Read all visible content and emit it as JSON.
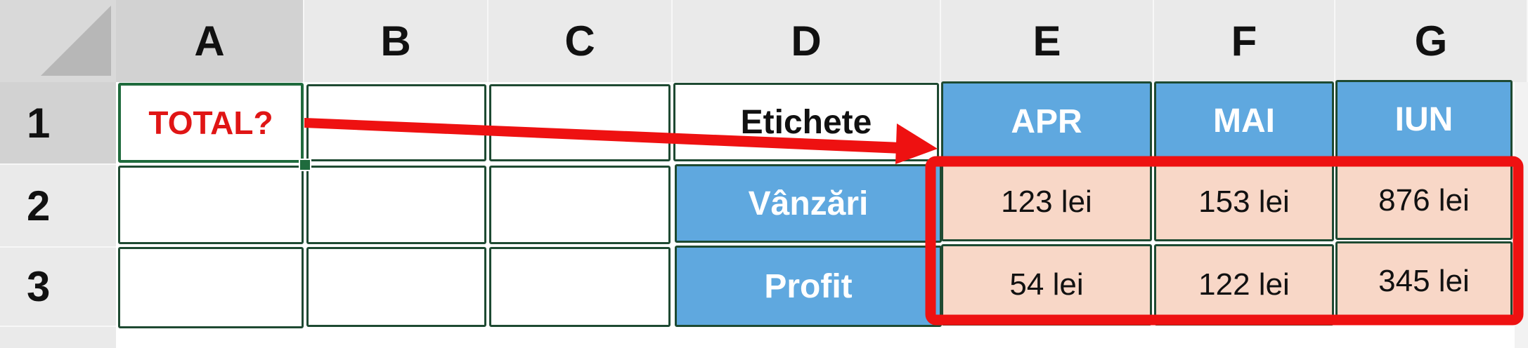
{
  "column_headers": [
    "A",
    "B",
    "C",
    "D",
    "E",
    "F",
    "G"
  ],
  "row_headers": [
    "1",
    "2",
    "3"
  ],
  "cells": {
    "A1": "TOTAL?",
    "D1": "Etichete",
    "E1": "APR",
    "F1": "MAI",
    "G1": "IUN",
    "D2": "Vânzări",
    "E2": "123 lei",
    "F2": "153 lei",
    "G2": "876 lei",
    "D3": "Profit",
    "E3": "54 lei",
    "F3": "122 lei",
    "G3": "345 lei"
  },
  "selected_cell": "A1",
  "colors": {
    "header_blue": "#5fa8df",
    "value_pink": "#f8d7c7",
    "highlight_red": "#ee1111",
    "grid_green": "#1e4a32",
    "total_text_red": "#e01515"
  },
  "icons": [
    "select-all-triangle-icon",
    "red-arrow-icon"
  ]
}
